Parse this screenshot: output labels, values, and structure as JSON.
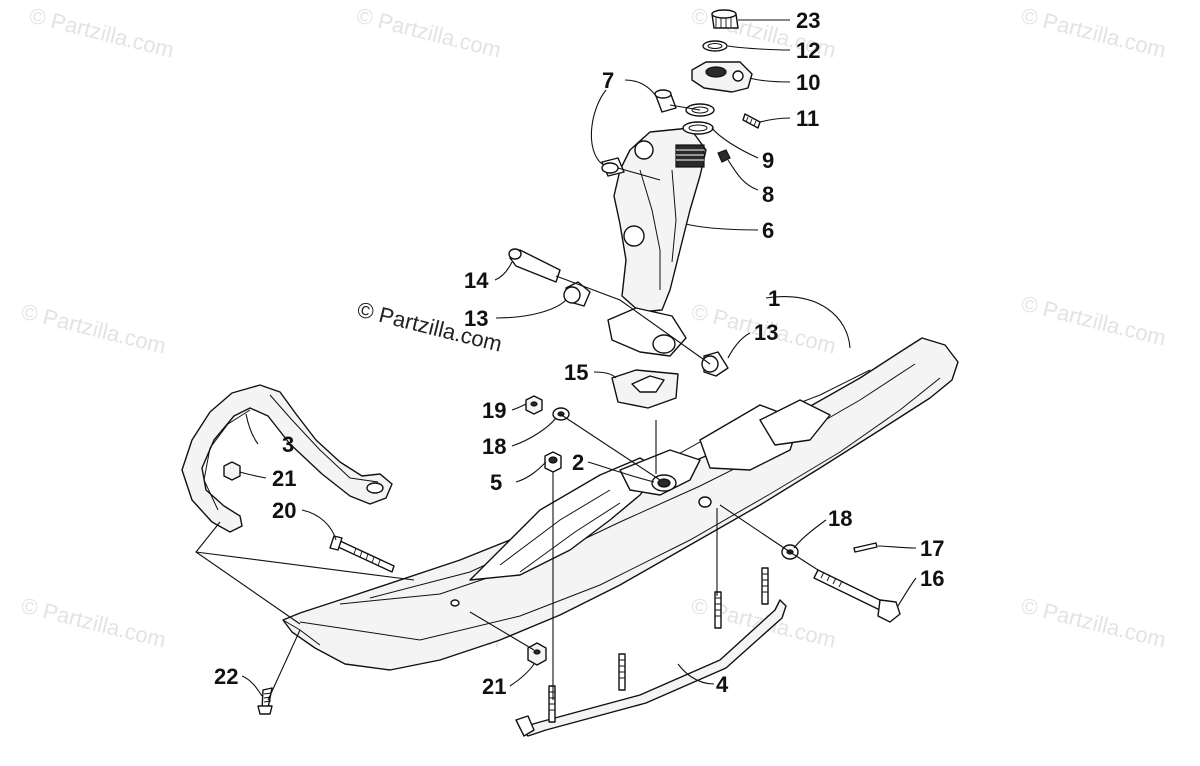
{
  "watermark": {
    "text": "© Partzilla.com"
  },
  "copyright": "© Partzilla.com",
  "callouts": [
    {
      "id": "callout-1",
      "label": "1"
    },
    {
      "id": "callout-2",
      "label": "2"
    },
    {
      "id": "callout-3",
      "label": "3"
    },
    {
      "id": "callout-4",
      "label": "4"
    },
    {
      "id": "callout-5",
      "label": "5"
    },
    {
      "id": "callout-6",
      "label": "6"
    },
    {
      "id": "callout-7",
      "label": "7"
    },
    {
      "id": "callout-8",
      "label": "8"
    },
    {
      "id": "callout-9",
      "label": "9"
    },
    {
      "id": "callout-10",
      "label": "10"
    },
    {
      "id": "callout-11",
      "label": "11"
    },
    {
      "id": "callout-12",
      "label": "12"
    },
    {
      "id": "callout-13a",
      "label": "13"
    },
    {
      "id": "callout-13b",
      "label": "13"
    },
    {
      "id": "callout-14",
      "label": "14"
    },
    {
      "id": "callout-15",
      "label": "15"
    },
    {
      "id": "callout-16",
      "label": "16"
    },
    {
      "id": "callout-17",
      "label": "17"
    },
    {
      "id": "callout-18a",
      "label": "18"
    },
    {
      "id": "callout-18b",
      "label": "18"
    },
    {
      "id": "callout-19",
      "label": "19"
    },
    {
      "id": "callout-20",
      "label": "20"
    },
    {
      "id": "callout-21a",
      "label": "21"
    },
    {
      "id": "callout-21b",
      "label": "21"
    },
    {
      "id": "callout-22",
      "label": "22"
    },
    {
      "id": "callout-23",
      "label": "23"
    }
  ]
}
